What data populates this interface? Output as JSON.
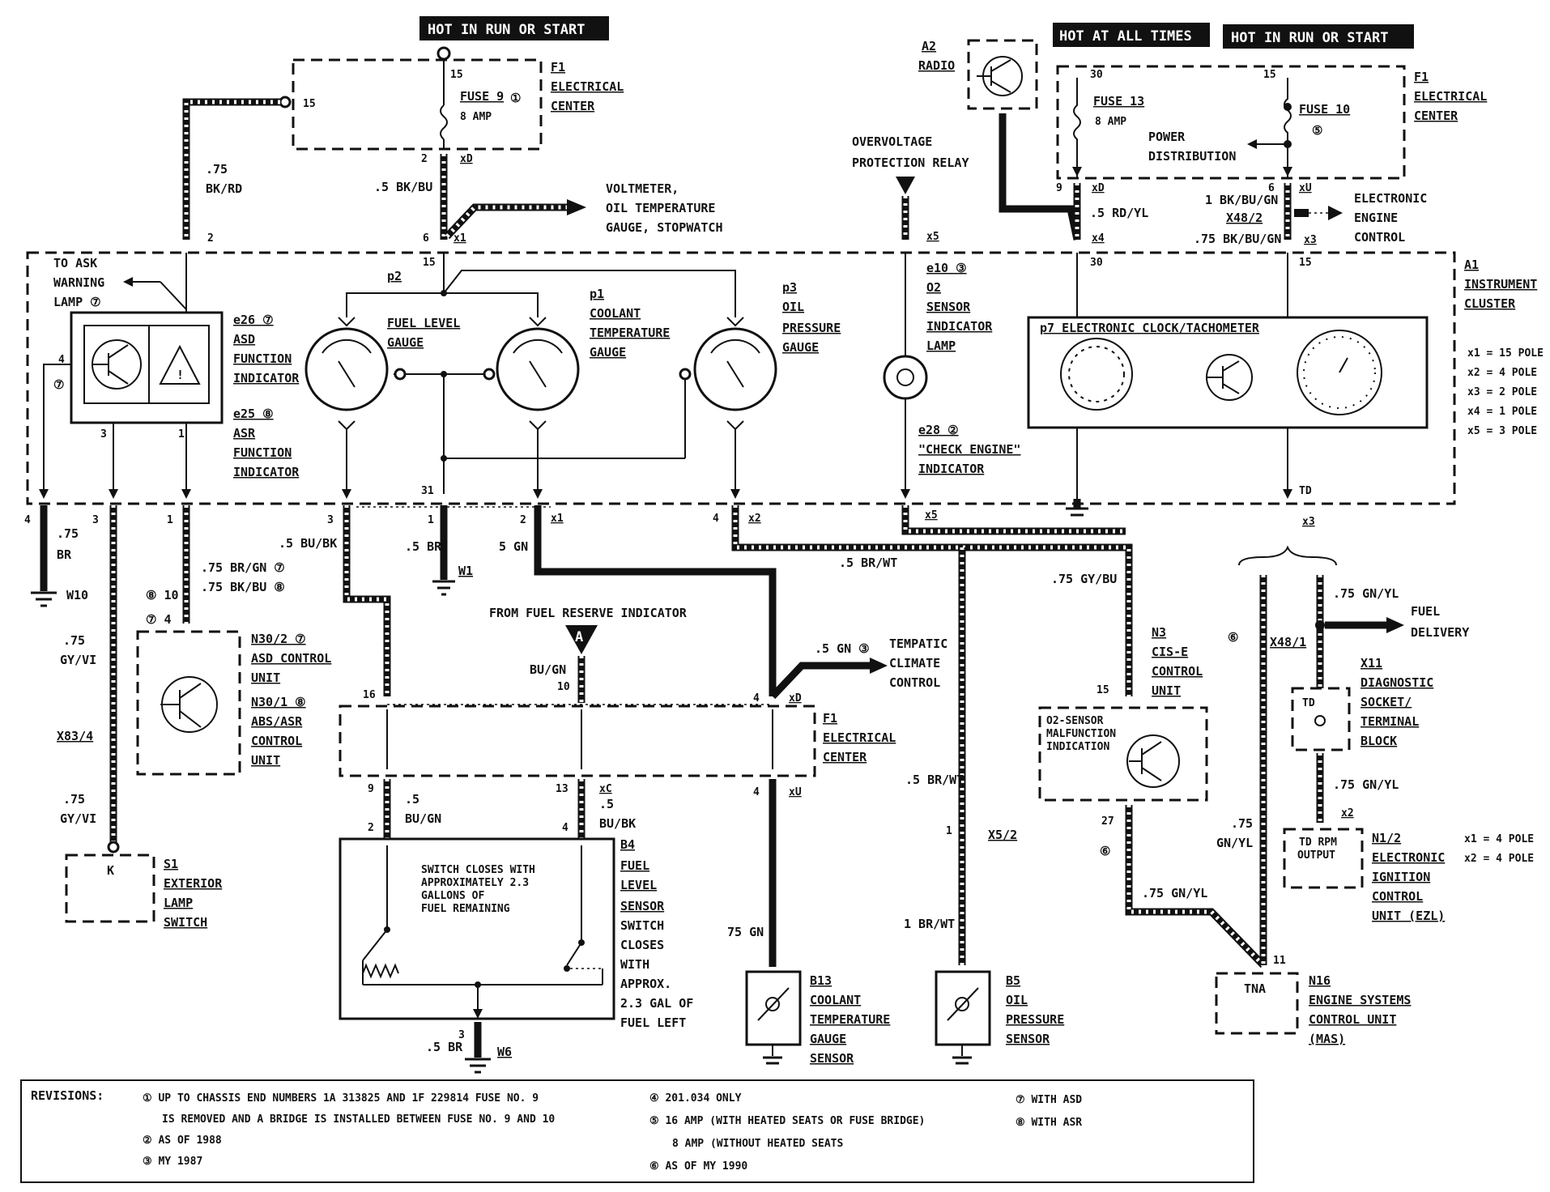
{
  "headers": {
    "hot_run_left": "HOT IN RUN OR START",
    "hot_all_times": "HOT AT ALL TIMES",
    "hot_run_right": "HOT IN RUN OR START"
  },
  "top": {
    "f1_left": [
      "F1",
      "ELECTRICAL",
      "CENTER"
    ],
    "fuse9": "FUSE 9",
    "fuse9_amp": "8 AMP",
    "fuse9_rev": "①",
    "t15_top": "15",
    "t15_left": "15",
    "f1_right": [
      "F1",
      "ELECTRICAL",
      "CENTER"
    ],
    "fuse13": "FUSE 13",
    "fuse13_amp": "8 AMP",
    "fuse10": "FUSE 10",
    "fuse10_rev": "⑤",
    "t30_top": "30",
    "t15_top_r": "15",
    "power_dist": [
      "POWER",
      "DISTRIBUTION"
    ],
    "radio": [
      "A2",
      "RADIO"
    ],
    "ovp": [
      "OVERVOLTAGE",
      "PROTECTION RELAY"
    ],
    "volt_dest": [
      "VOLTMETER,",
      "OIL TEMPERATURE",
      "GAUGE, STOPWATCH"
    ],
    "eec": [
      "ELECTRONIC",
      "ENGINE",
      "CONTROL"
    ],
    "w_075_bkrd": [
      ".75",
      "BK/RD"
    ],
    "w_5bkbu": ".5 BK/BU",
    "pin2_xd": "2",
    "xd": "xD",
    "pin6_x1": "6",
    "x1": "x1",
    "pin2_left": "2",
    "pin9_xd": "9",
    "xd_r": "xD",
    "w_5rdyl": ".5 RD/YL",
    "x4": "x4",
    "pin6_xu": "6",
    "xu": "xU",
    "w_1bk": "1 BK/BU/GN",
    "x48_2": "X48/2",
    "w_75bk": ".75 BK/BU/GN",
    "x3": "x3",
    "x5": "x5"
  },
  "cluster": {
    "title": [
      "A1",
      "INSTRUMENT",
      "CLUSTER"
    ],
    "to_ask": [
      "TO ASK",
      "WARNING",
      "LAMP ⑦"
    ],
    "e26": [
      "e26 ⑦",
      "ASD",
      "FUNCTION",
      "INDICATOR"
    ],
    "e25": [
      "e25 ⑧",
      "ASR",
      "FUNCTION",
      "INDICATOR"
    ],
    "p2": [
      "p2",
      "FUEL LEVEL",
      "GAUGE"
    ],
    "p1": [
      "p1",
      "COOLANT",
      "TEMPERATURE",
      "GAUGE"
    ],
    "p3": [
      "p3",
      "OIL",
      "PRESSURE",
      "GAUGE"
    ],
    "e10": [
      "e10 ③",
      "O2",
      "SENSOR",
      "INDICATOR",
      "LAMP"
    ],
    "e28": [
      "e28 ②",
      "\"CHECK ENGINE\"",
      "INDICATOR"
    ],
    "p7": "p7 ELECTRONIC CLOCK/TACHOMETER",
    "connectors": [
      "x1 = 15 POLE",
      "x2 = 4 POLE",
      "x3 = 2 POLE",
      "x4 = 1 POLE",
      "x5 = 3 POLE"
    ],
    "pin15": "15",
    "pin30": "30",
    "pin15_r": "15",
    "pin31": "31",
    "pin4": "4",
    "pin3": "3",
    "pin1": "1",
    "pin7": "⑦",
    "td": "TD"
  },
  "lower": {
    "w10": "W10",
    "w075br": [
      ".75",
      "BR"
    ],
    "p4": "4",
    "p3b": "3",
    "p1b": "1",
    "w_bugy": [
      ".75",
      "GY/VI"
    ],
    "x83": "X83/4",
    "w_gyvi2": [
      ".75",
      "GY/VI"
    ],
    "s1": [
      "S1",
      "EXTERIOR",
      "LAMP",
      "SWITCH"
    ],
    "s1_pin": "K",
    "asd_wire": [
      ".75 BR/GN ⑦",
      ".75 BK/BU ⑧"
    ],
    "rev8_10": "⑧ 10",
    "rev7_4": "⑦ 4",
    "n30_2": [
      "N30/2 ⑦",
      "ASD CONTROL",
      "UNIT"
    ],
    "n30_1": [
      "N30/1 ⑧",
      "ABS/ASR",
      "CONTROL",
      "UNIT"
    ],
    "w_5bubk": ".5 BU/BK",
    "w_5br": ".5 BR",
    "w1": "W1",
    "w_5gn": "5 GN",
    "pin3c": "3",
    "pin1c": "1",
    "pin2c": "2",
    "x1c": "x1",
    "pin4c": "4",
    "x2c": "x2",
    "x5c": "x5",
    "w_5brwt": ".5 BR/WT",
    "from_fuel": "FROM FUEL RESERVE INDICATOR",
    "a": "A",
    "bugn": [
      "BU/GN",
      "10"
    ],
    "f1_mid": [
      "F1",
      "ELECTRICAL",
      "CENTER"
    ],
    "p16": "16",
    "p4m": "4",
    "xdm": "xD",
    "tempatic": ".5 GN ③",
    "tempatic_dest": [
      "TEMPATIC",
      "CLIMATE",
      "CONTROL"
    ],
    "p9": "9",
    "w5": ".5",
    "bugn2": "BU/GN",
    "p13": "13",
    "xc": "xC",
    "w5b": ".5",
    "bubk": "BU/BK",
    "p4x": "4",
    "xu2": "xU",
    "b4_switch": [
      "SWITCH CLOSES WITH",
      "APPROXIMATELY 2.3",
      "GALLONS OF",
      "FUEL REMAINING"
    ],
    "b4": [
      "B4",
      "FUEL",
      "LEVEL",
      "SENSOR",
      "SWITCH",
      "CLOSES",
      "WITH",
      "APPROX.",
      "2.3 GAL OF",
      "FUEL LEFT"
    ],
    "b4_p2": "2",
    "b4_p4": "4",
    "w6": "W6",
    "w6_br": ".5 BR",
    "p3w6": "3",
    "w75gn": "75 GN",
    "b13": [
      "B13",
      "COOLANT",
      "TEMPERATURE",
      "GAUGE",
      "SENSOR"
    ],
    "w5brwt2": ".5 BR/WT",
    "p1x52": "1",
    "x52": "X5/2",
    "w1brwt": "1 BR/WT",
    "b5": [
      "B5",
      "OIL",
      "PRESSURE",
      "SENSOR"
    ],
    "w75gybu": ".75 GY/BU",
    "n3": [
      "N3",
      "CIS-E",
      "CONTROL",
      "UNIT"
    ],
    "p15n3": "15",
    "o2": [
      "O2-SENSOR",
      "MALFUNCTION",
      "INDICATION"
    ],
    "p27": "27",
    "r6": "⑥",
    "w75gnyl": ".75 GN/YL",
    "r6b": "⑥",
    "w75gnyl2": [
      ".75",
      "GN/YL"
    ],
    "p11": "11",
    "n16": [
      "N16",
      "ENGINE SYSTEMS",
      "CONTROL UNIT",
      "(MAS)"
    ],
    "tna": "TNA",
    "w75gnyl3": ".75 GN/YL",
    "fuel_del": [
      "FUEL",
      "DELIVERY"
    ],
    "x48_1": "X48/1",
    "x11": [
      "X11",
      "DIAGNOSTIC",
      "SOCKET/",
      "TERMINAL",
      "BLOCK"
    ],
    "td": "TD",
    "w75gnyl4": ".75 GN/YL",
    "x2n": "x2",
    "rpm": [
      "TD RPM",
      "OUTPUT"
    ],
    "n1_2": [
      "N1/2",
      "ELECTRONIC",
      "IGNITION",
      "CONTROL",
      "UNIT (EZL)"
    ],
    "n1_conn": [
      "x1 = 4 POLE",
      "x2 = 4 POLE"
    ],
    "x3td": "x3"
  },
  "revisions": {
    "label": "REVISIONS:",
    "items": [
      "① UP TO CHASSIS END NUMBERS 1A 313825 AND 1F 229814 FUSE NO. 9",
      "IS REMOVED AND A BRIDGE IS INSTALLED BETWEEN FUSE NO. 9 AND 10",
      "② AS OF 1988",
      "③ MY 1987",
      "④ 201.034 ONLY",
      "⑤ 16 AMP (WITH HEATED SEATS OR FUSE BRIDGE)",
      "8 AMP (WITHOUT HEATED SEATS",
      "⑥ AS OF MY 1990",
      "⑦ WITH ASD",
      "⑧ WITH ASR"
    ]
  }
}
